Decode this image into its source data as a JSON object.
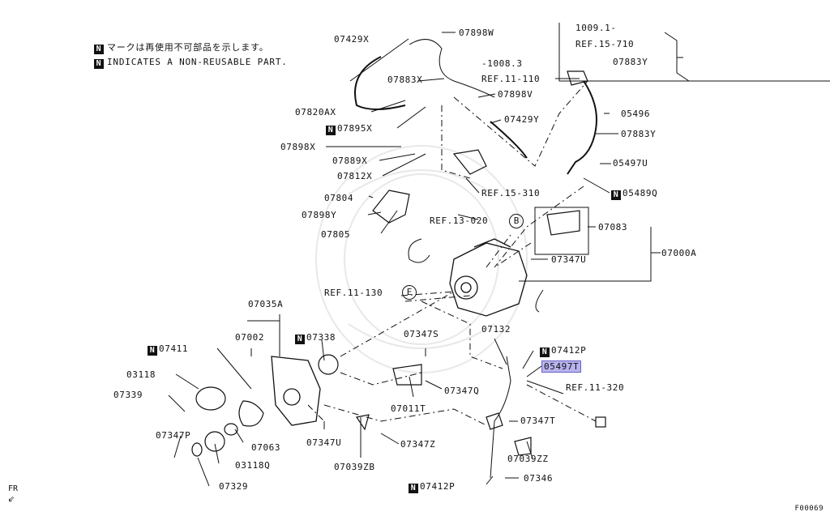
{
  "notes": {
    "line1": "マークは再使用不可部品を示します。",
    "line2": "INDICATES A NON-REUSABLE PART.",
    "marker": "N"
  },
  "labels": {
    "p07429X": "07429X",
    "p07898W": "07898W",
    "p07883X": "07883X",
    "p07898V": "07898V",
    "p07820AX": "07820AX",
    "p07895X": "07895X",
    "p07429Y": "07429Y",
    "p07898X": "07898X",
    "p07889X": "07889X",
    "p07812X": "07812X",
    "p07804": "07804",
    "p07898Y": "07898Y",
    "p07805": "07805",
    "ref1008": "-1008.3",
    "ref11110": "REF.11-110",
    "ref1009": "1009.1-",
    "ref15710": "REF.15-710",
    "p07883Y_top": "07883Y",
    "p05496": "05496",
    "p07883Y": "07883Y",
    "p05497U": "05497U",
    "p05489Q": "05489Q",
    "ref15310": "REF.15-310",
    "ref13020": "REF.13-020",
    "p07083": "07083",
    "p07000A": "07000A",
    "p07347U_a": "07347U",
    "ref11130": "REF.11-130",
    "p07035A": "07035A",
    "p07002": "07002",
    "p07338": "07338",
    "p07347S": "07347S",
    "p07132": "07132",
    "p07412P_a": "07412P",
    "p05497T": "05497T",
    "p07411": "07411",
    "p03118": "03118",
    "p07339": "07339",
    "p07347Q": "07347Q",
    "p07011T": "07011T",
    "ref11320": "REF.11-320",
    "p07347T": "07347T",
    "p07347P": "07347P",
    "p07063": "07063",
    "p07347U_b": "07347U",
    "p07347Z": "07347Z",
    "p07039ZZ": "07039ZZ",
    "p03118Q": "03118Q",
    "p07039ZB": "07039ZB",
    "p07329": "07329",
    "p07412P_b": "07412P",
    "p07346": "07346",
    "circleB": "B",
    "circleE": "E",
    "fr": "FR",
    "figure": "F00069"
  },
  "colors": {
    "highlight": "#b9b3ef",
    "ink": "#111111"
  }
}
